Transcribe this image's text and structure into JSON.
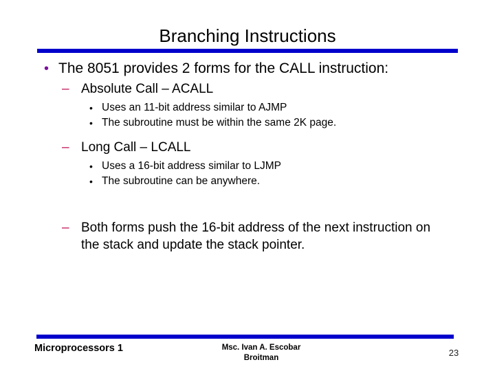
{
  "slide": {
    "title": "Branching Instructions",
    "accent_color": "#0000cc",
    "bullet_level1_color": "#7d0f9e",
    "bullet_level2_color": "#c2185b",
    "bullet_level3_color": "#000000",
    "background_color": "#ffffff",
    "text_color": "#000000"
  },
  "markers": {
    "level1": "•",
    "level2": "–",
    "level3": "•"
  },
  "body": {
    "item1": "The 8051 provides 2 forms for the CALL instruction:",
    "item2": "Absolute Call – ACALL",
    "item3": "Uses an 11-bit address similar to AJMP",
    "item4": "The subroutine must be within the same 2K page.",
    "item5": "Long Call – LCALL",
    "item6": "Uses a 16-bit address similar to LJMP",
    "item7": "The subroutine can be anywhere.",
    "item8": "Both forms push the 16-bit address of the next instruction on the stack and update the stack pointer."
  },
  "footer": {
    "left": "Microprocessors 1",
    "center_line1": "Msc. Ivan A. Escobar",
    "center_line2": "Broitman",
    "page_number": "23"
  }
}
